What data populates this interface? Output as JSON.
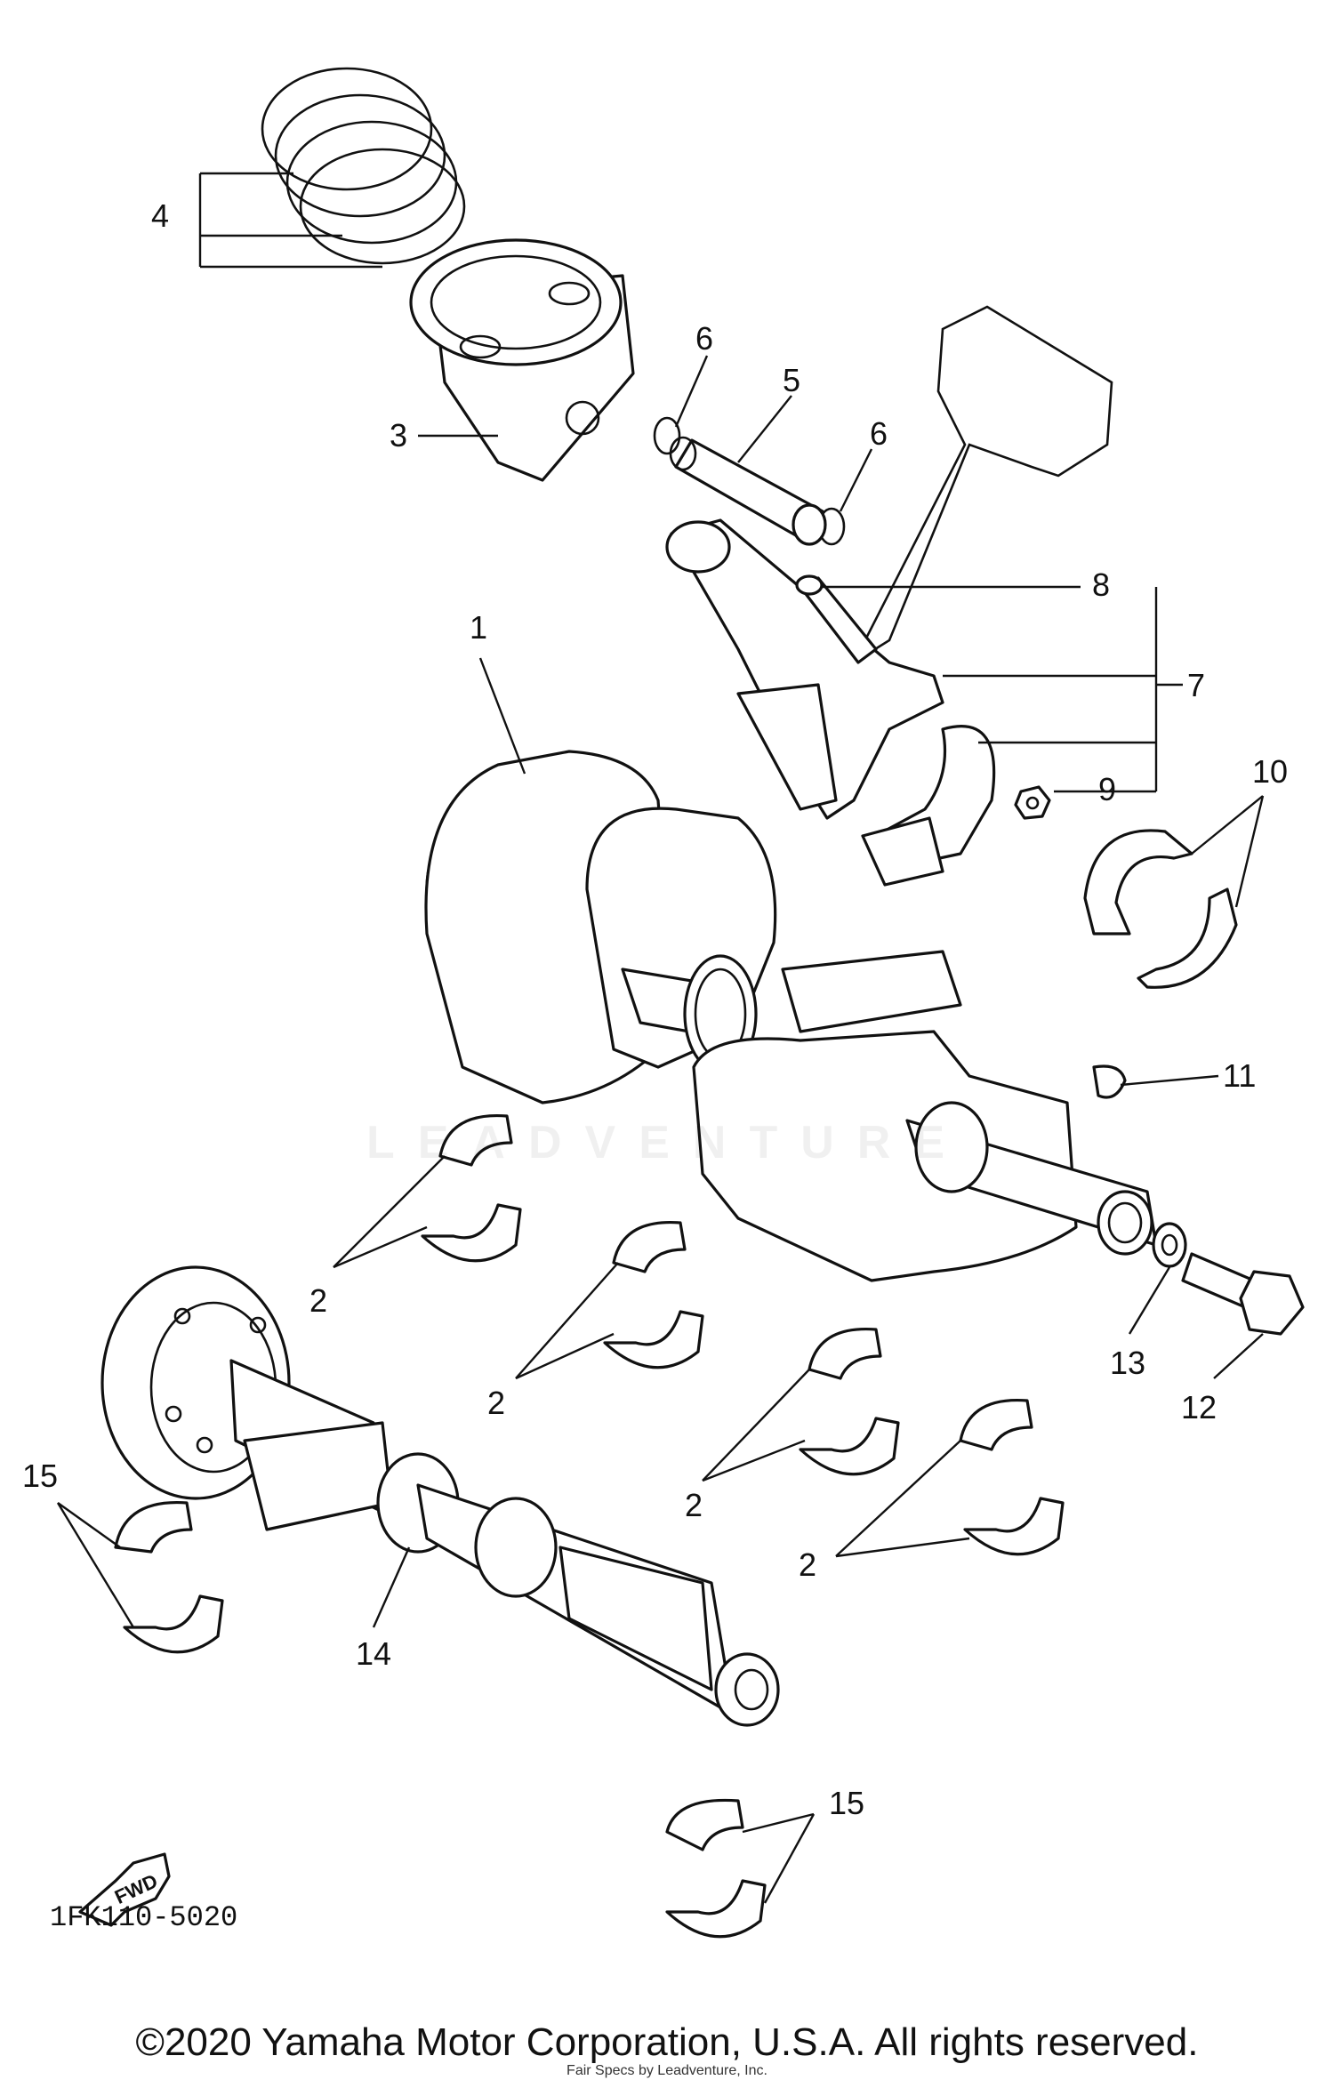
{
  "callouts": {
    "c1": "1",
    "c2a": "2",
    "c2b": "2",
    "c2c": "2",
    "c2d": "2",
    "c3": "3",
    "c4": "4",
    "c5": "5",
    "c6a": "6",
    "c6b": "6",
    "c7": "7",
    "c8": "8",
    "c9": "9",
    "c10": "10",
    "c11": "11",
    "c12": "12",
    "c13": "13",
    "c14": "14",
    "c15a": "15",
    "c15b": "15"
  },
  "fwd_arrow_label": "FWD",
  "drawing_id": "1FK110-5020",
  "watermark": "LEADVENTURE",
  "copyright": "©2020 Yamaha Motor Corporation, U.S.A. All rights reserved.",
  "copyright_sub": "Fair Specs by Leadventure, Inc."
}
